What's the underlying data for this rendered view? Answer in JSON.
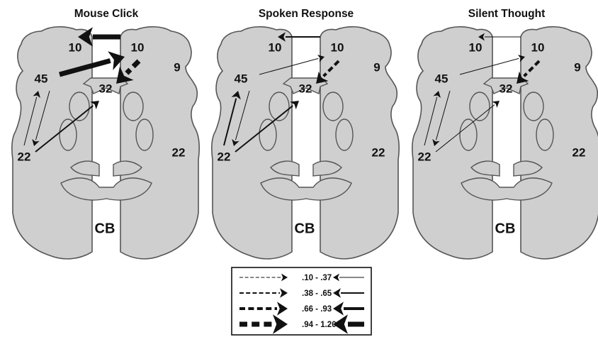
{
  "panels": [
    {
      "title": "Mouse Click",
      "regions": {
        "l10": "10",
        "r10": "10",
        "r9": "9",
        "l45": "45",
        "c32": "32",
        "l22": "22",
        "r22": "22",
        "cb": "CB"
      },
      "connections": [
        {
          "from": "r10",
          "to": "l10",
          "level": 4,
          "style": "solid"
        },
        {
          "from": "l45",
          "to": "r10",
          "level": 4,
          "style": "solid"
        },
        {
          "from": "r10",
          "to": "c32",
          "level": 4,
          "style": "dashed"
        },
        {
          "from": "l22",
          "to": "l45",
          "level": 1,
          "style": "solid"
        },
        {
          "from": "l45",
          "to": "l22",
          "level": 1,
          "style": "solid"
        },
        {
          "from": "l22",
          "to": "c32",
          "level": 2,
          "style": "solid"
        }
      ]
    },
    {
      "title": "Spoken Response",
      "regions": {
        "l10": "10",
        "r10": "10",
        "r9": "9",
        "l45": "45",
        "c32": "32",
        "l22": "22",
        "r22": "22",
        "cb": "CB"
      },
      "connections": [
        {
          "from": "r10",
          "to": "l10",
          "level": 2,
          "style": "solid"
        },
        {
          "from": "l45",
          "to": "r10",
          "level": 1,
          "style": "solid"
        },
        {
          "from": "r10",
          "to": "c32",
          "level": 3,
          "style": "dashed"
        },
        {
          "from": "l22",
          "to": "l45",
          "level": 2,
          "style": "solid"
        },
        {
          "from": "l45",
          "to": "l22",
          "level": 1,
          "style": "solid"
        },
        {
          "from": "l22",
          "to": "c32",
          "level": 2,
          "style": "solid"
        }
      ]
    },
    {
      "title": "Silent Thought",
      "regions": {
        "l10": "10",
        "r10": "10",
        "r9": "9",
        "l45": "45",
        "c32": "32",
        "l22": "22",
        "r22": "22",
        "cb": "CB"
      },
      "connections": [
        {
          "from": "r10",
          "to": "l10",
          "level": 1,
          "style": "solid"
        },
        {
          "from": "l45",
          "to": "r10",
          "level": 1,
          "style": "solid"
        },
        {
          "from": "r10",
          "to": "c32",
          "level": 3,
          "style": "dashed"
        },
        {
          "from": "l22",
          "to": "l45",
          "level": 1,
          "style": "solid"
        },
        {
          "from": "l45",
          "to": "l22",
          "level": 1,
          "style": "solid"
        },
        {
          "from": "l22",
          "to": "c32",
          "level": 1,
          "style": "solid"
        }
      ]
    }
  ],
  "legend": {
    "items": [
      {
        "label": ".10 - .37",
        "level": 1
      },
      {
        "label": ".38 - .65",
        "level": 2
      },
      {
        "label": ".66 - .93",
        "level": 3
      },
      {
        "label": ".94 - 1.20",
        "level": 4
      }
    ]
  },
  "colors": {
    "brain_fill": "#cfcfcf",
    "outline": "#555555",
    "ink": "#111111"
  }
}
